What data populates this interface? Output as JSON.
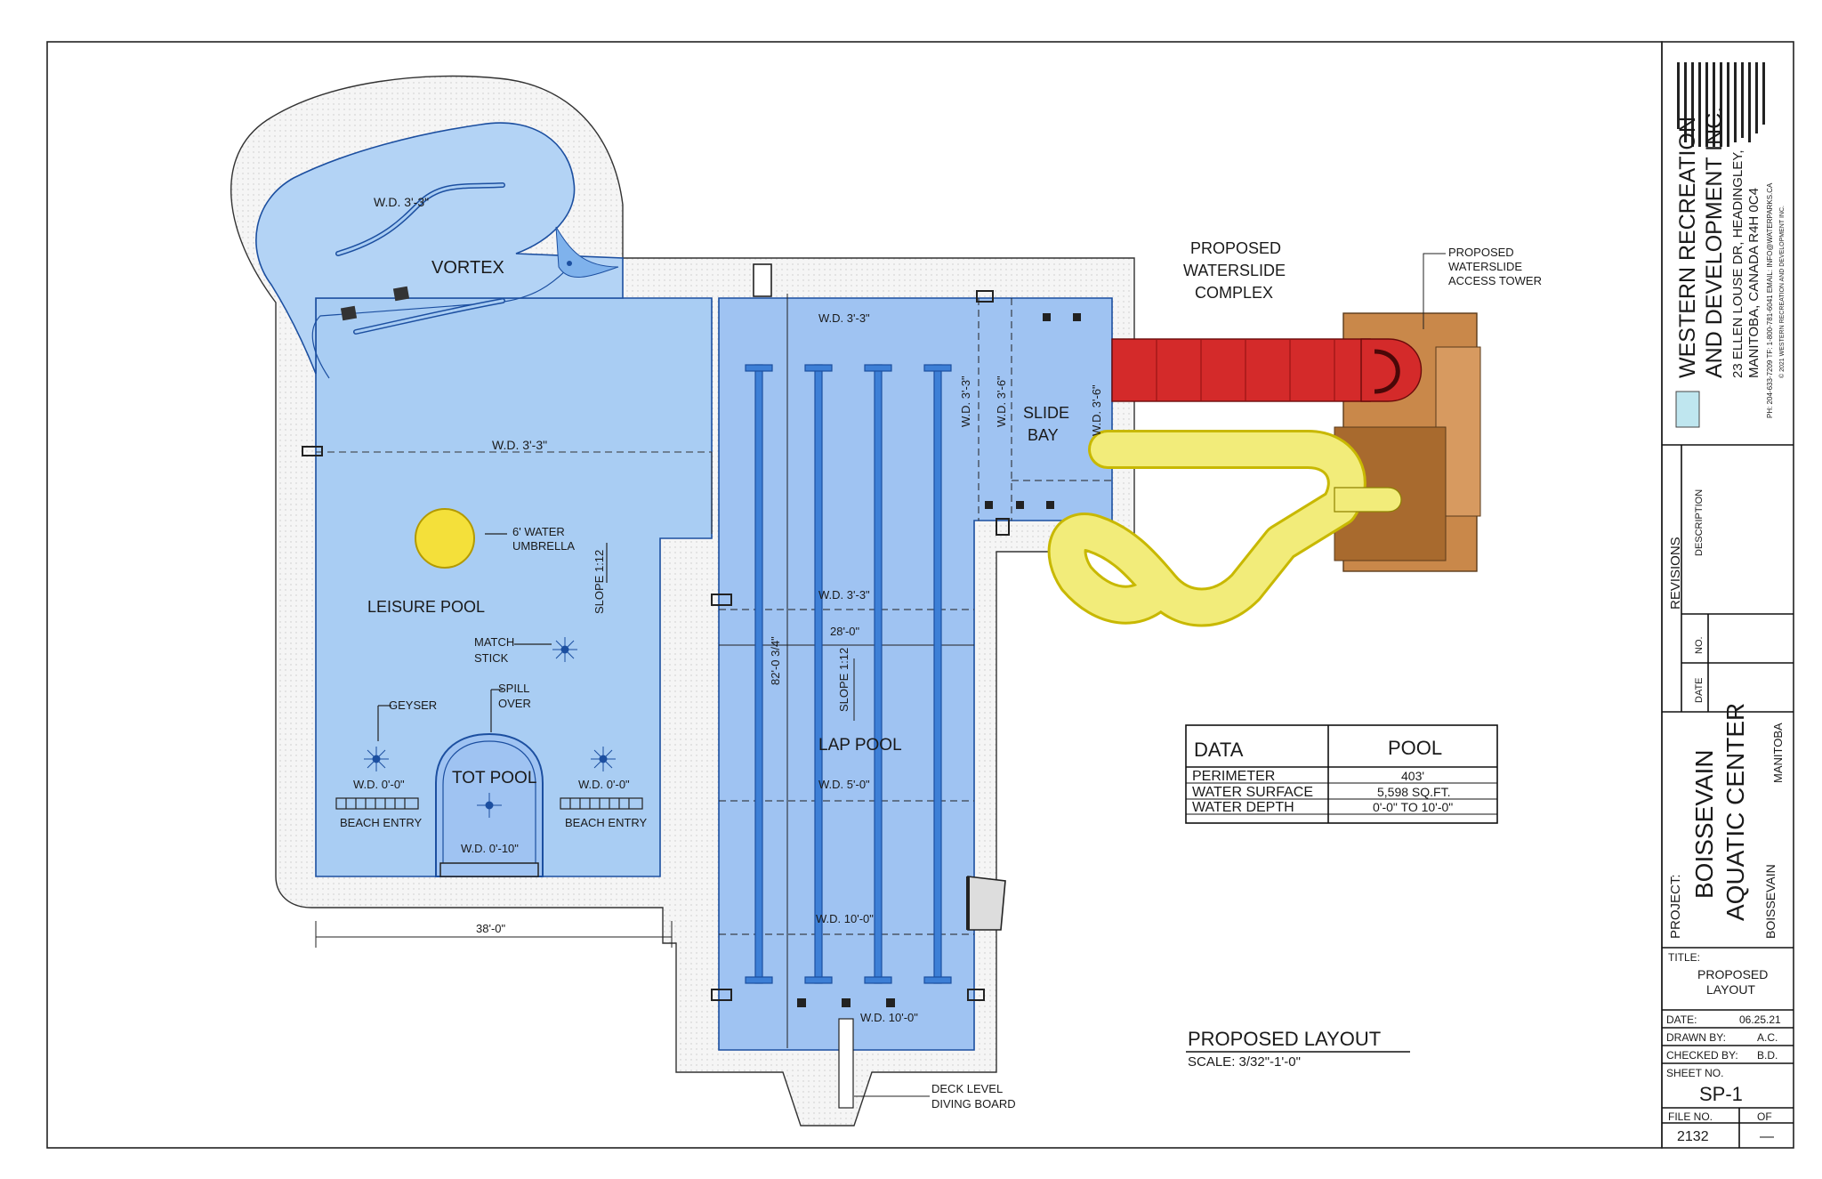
{
  "plan": {
    "vortex": "VORTEX",
    "vortex_wd": "W.D. 3'-3\"",
    "leisure_pool": "LEISURE POOL",
    "leisure_wd": "W.D. 3'-3\"",
    "water_umbrella": [
      "6' WATER",
      "UMBRELLA"
    ],
    "slope_leisure": "SLOPE 1:12",
    "match_stick": [
      "MATCH",
      "STICK"
    ],
    "geyser": "GEYSER",
    "spill_over": [
      "SPILL",
      "OVER"
    ],
    "tot_pool": "TOT POOL",
    "tot_wd": "W.D. 0'-10\"",
    "beach_left_wd": "W.D. 0'-0\"",
    "beach_right_wd": "W.D. 0'-0\"",
    "beach_entry_left": "BEACH ENTRY",
    "beach_entry_right": "BEACH ENTRY",
    "dim_38": "38'-0\"",
    "lap_pool": "LAP POOL",
    "lap_wd_top": "W.D. 3'-3\"",
    "lap_wd_mid": "W.D. 3'-3\"",
    "lap_wd_5": "W.D. 5'-0\"",
    "lap_wd_10a": "W.D. 10'-0\"",
    "lap_wd_10b": "W.D. 10'-0\"",
    "dim_28": "28'-0\"",
    "dim_82": "82'-0 3/4\"",
    "slope_lap": "SLOPE 1:12",
    "slide_bay": [
      "SLIDE",
      "BAY"
    ],
    "slide_wd_a": "W.D. 3'-3\"",
    "slide_wd_b": "W.D. 3'-6\"",
    "slide_wd_c": "W.D. 3'-6\"",
    "diving_board": [
      "DECK LEVEL",
      "DIVING BOARD"
    ],
    "waterslide_complex": [
      "PROPOSED",
      "WATERSLIDE",
      "COMPLEX"
    ],
    "access_tower": [
      "PROPOSED",
      "WATERSLIDE",
      "ACCESS TOWER"
    ]
  },
  "data_table": {
    "headers": [
      "DATA",
      "POOL"
    ],
    "rows": [
      [
        "PERIMETER",
        "403'"
      ],
      [
        "WATER SURFACE",
        "5,598 SQ.FT."
      ],
      [
        "WATER DEPTH",
        "0'-0\" TO 10'-0\""
      ]
    ]
  },
  "drawing_title": "PROPOSED LAYOUT",
  "scale": "SCALE: 3/32\"-1'-0\"",
  "title_block": {
    "company_line1": "WESTERN RECREATION",
    "company_line2": "AND DEVELOPMENT INC.",
    "address1": "23 ELLEN LOUSE DR, HEADINGLEY,",
    "address2": "MANITOBA, CANADA R4H 0C4",
    "phone": "PH: 204-633-7209  TF: 1-800-781-6041  EMAIL: INFO@WATERPARKS.CA",
    "copyright": "© 2021 WESTERN RECREATION AND DEVELOPMENT INC.",
    "revisions": "REVISIONS",
    "rev_date": "DATE",
    "rev_no": "NO.",
    "rev_desc": "DESCRIPTION",
    "project_label": "PROJECT:",
    "project_line1": "BOISSEVAIN",
    "project_line2": "AQUATIC CENTER",
    "project_city": "BOISSEVAIN",
    "project_province": "MANITOBA",
    "title_label": "TITLE:",
    "title_line1": "PROPOSED",
    "title_line2": "LAYOUT",
    "date_label": "DATE:",
    "date_value": "06.25.21",
    "drawn_label": "DRAWN BY:",
    "drawn_value": "A.C.",
    "checked_label": "CHECKED BY:",
    "checked_value": "B.D.",
    "sheet_label": "SHEET NO.",
    "sheet_value": "SP-1",
    "file_label": "FILE NO.",
    "file_value": "2132",
    "of_label": "OF",
    "of_value": "—"
  },
  "colors": {
    "water": "#a9cdf3",
    "water_lap": "#9fc3f2",
    "deck": "#f4f4f4",
    "lane": "#3d7fd6",
    "slide_red": "#d42a2a",
    "slide_yellow": "#f2ec7a",
    "tower": "#b8743a",
    "umbrella": "#f4e03a"
  }
}
